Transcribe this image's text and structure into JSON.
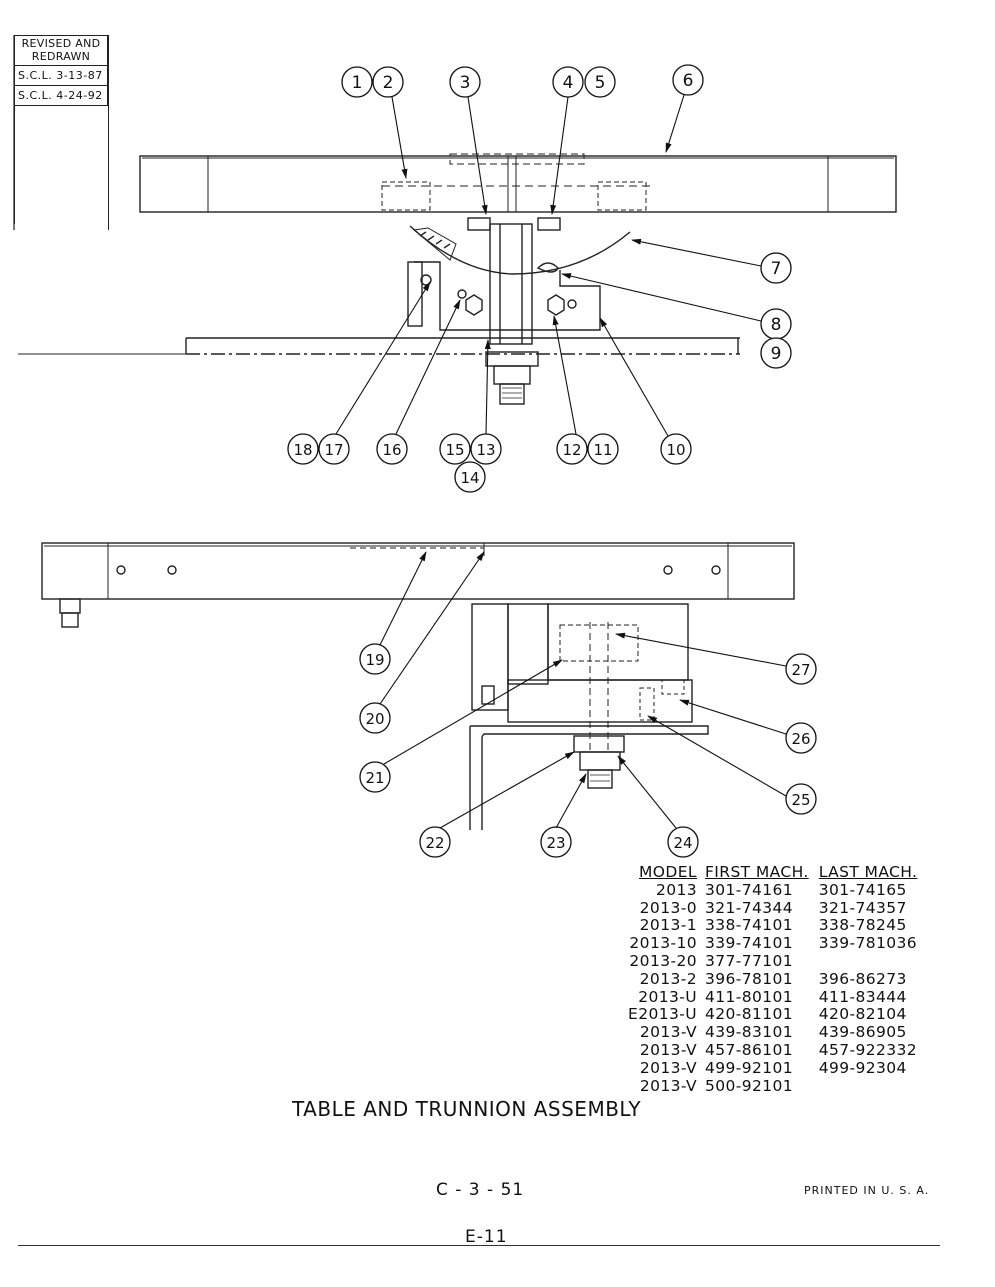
{
  "revision_block": {
    "header": "REVISED AND REDRAWN",
    "entries": [
      "S.C.L. 3-13-87",
      "S.C.L. 4-24-92"
    ]
  },
  "callouts": [
    "1",
    "2",
    "3",
    "4",
    "5",
    "6",
    "7",
    "8",
    "9",
    "10",
    "11",
    "12",
    "13",
    "14",
    "15",
    "16",
    "17",
    "18",
    "19",
    "20",
    "21",
    "22",
    "23",
    "24",
    "25",
    "26",
    "27"
  ],
  "parts_table": {
    "headers": [
      "MODEL",
      "FIRST MACH.",
      "LAST MACH."
    ],
    "rows": [
      [
        "2013",
        "301-74161",
        "301-74165"
      ],
      [
        "2013-0",
        "321-74344",
        "321-74357"
      ],
      [
        "2013-1",
        "338-74101",
        "338-78245"
      ],
      [
        "2013-10",
        "339-74101",
        "339-781036"
      ],
      [
        "2013-20",
        "377-77101",
        ""
      ],
      [
        "2013-2",
        "396-78101",
        "396-86273"
      ],
      [
        "2013-U",
        "411-80101",
        "411-83444"
      ],
      [
        "E2013-U",
        "420-81101",
        "420-82104"
      ],
      [
        "2013-V",
        "439-83101",
        "439-86905"
      ],
      [
        "2013-V",
        "457-86101",
        "457-922332"
      ],
      [
        "2013-V",
        "499-92101",
        "499-92304"
      ],
      [
        "2013-V",
        "500-92101",
        ""
      ]
    ]
  },
  "title": "TABLE AND TRUNNION ASSEMBLY",
  "page_code": "C - 3 - 51",
  "printed_note": "PRINTED IN U. S. A.",
  "page_number": "E-11"
}
